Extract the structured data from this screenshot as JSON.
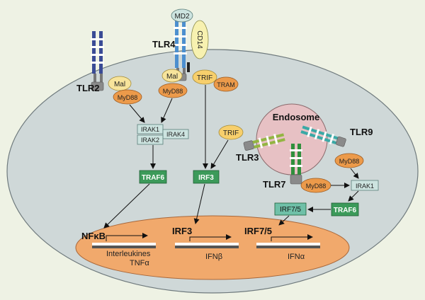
{
  "receptors": {
    "tlr2": "TLR2",
    "tlr4": "TLR4",
    "tlr3": "TLR3",
    "tlr9": "TLR9",
    "tlr7": "TLR7"
  },
  "coreceptors": {
    "md2": "MD2",
    "cd14": "CD14"
  },
  "adaptors": {
    "mal": "Mal",
    "myd88": "MyD88",
    "trif": "TRIF",
    "tram": "TRAM"
  },
  "kinases": {
    "irak1": "IRAK1",
    "irak4": "IRAK4",
    "irak2": "IRAK2"
  },
  "factors": {
    "traf6": "TRAF6",
    "irf3": "IRF3",
    "irf75": "IRF7/5",
    "nfkb": "NFκB"
  },
  "compartments": {
    "endosome": "Endosome"
  },
  "genes": {
    "interleukines": "Interleukines",
    "tnfa": "TNFα",
    "ifnb": "IFNβ",
    "ifna": "IFNα"
  },
  "colors": {
    "background": "#eef2e4",
    "cell": "#cfd8d8",
    "nucleus": "#f1a96c",
    "endosome": "#e7c1c4",
    "mal": "#f7e49b",
    "myd88": "#ec9a4a",
    "trif": "#f7cf6c",
    "tram": "#ec9a4a",
    "traf_irf": "#3c9a5a",
    "irak": "#cde4e0",
    "tlr2": "#3a4b96",
    "tlr4": "#4c8fcf",
    "tlr3": "#93b542",
    "tlr9": "#3aa9a6",
    "tlr7": "#2f8f3c",
    "tir": "#8a8a8a"
  }
}
